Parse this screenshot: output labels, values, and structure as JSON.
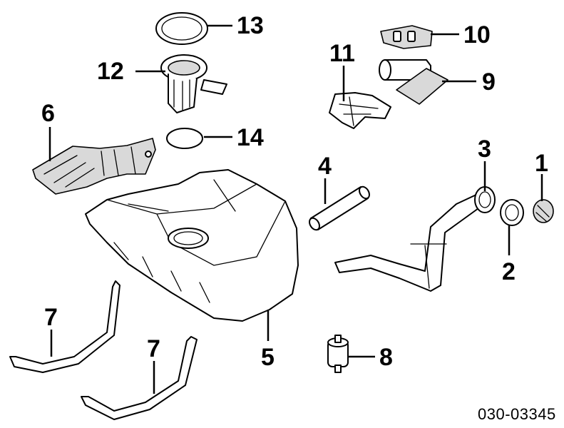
{
  "callouts": {
    "c1": "1",
    "c2": "2",
    "c3": "3",
    "c4": "4",
    "c5": "5",
    "c6": "6",
    "c7a": "7",
    "c7b": "7",
    "c8": "8",
    "c9": "9",
    "c10": "10",
    "c11": "11",
    "c12": "12",
    "c13": "13",
    "c14": "14"
  },
  "catalog_number": "030-03345"
}
